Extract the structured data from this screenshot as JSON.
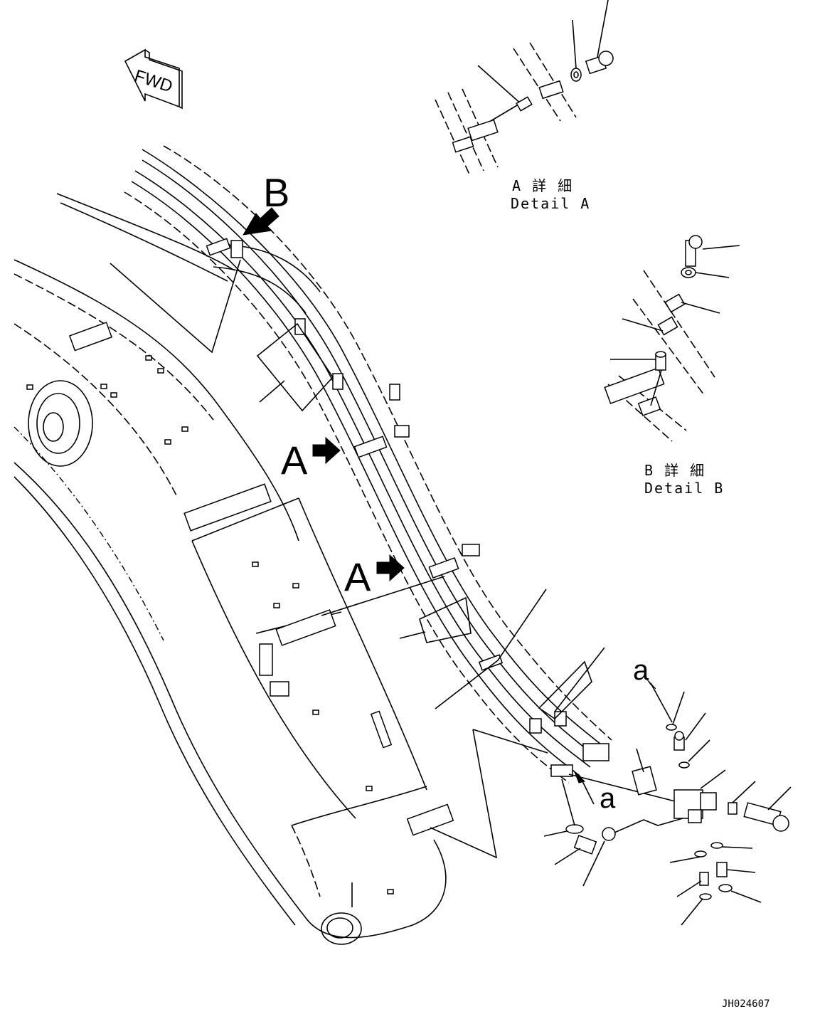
{
  "labels": {
    "fwd": "FWD",
    "callout_b": "B",
    "callout_a_upper": "A",
    "callout_a_lower": "A",
    "callout_a_small_top": "a",
    "callout_a_small_bottom": "a",
    "detail_a_jp": "A 詳 細",
    "detail_a_en": "Detail A",
    "detail_b_jp": "B 詳 細",
    "detail_b_en": "Detail B",
    "drawing_code": "JH024607"
  }
}
